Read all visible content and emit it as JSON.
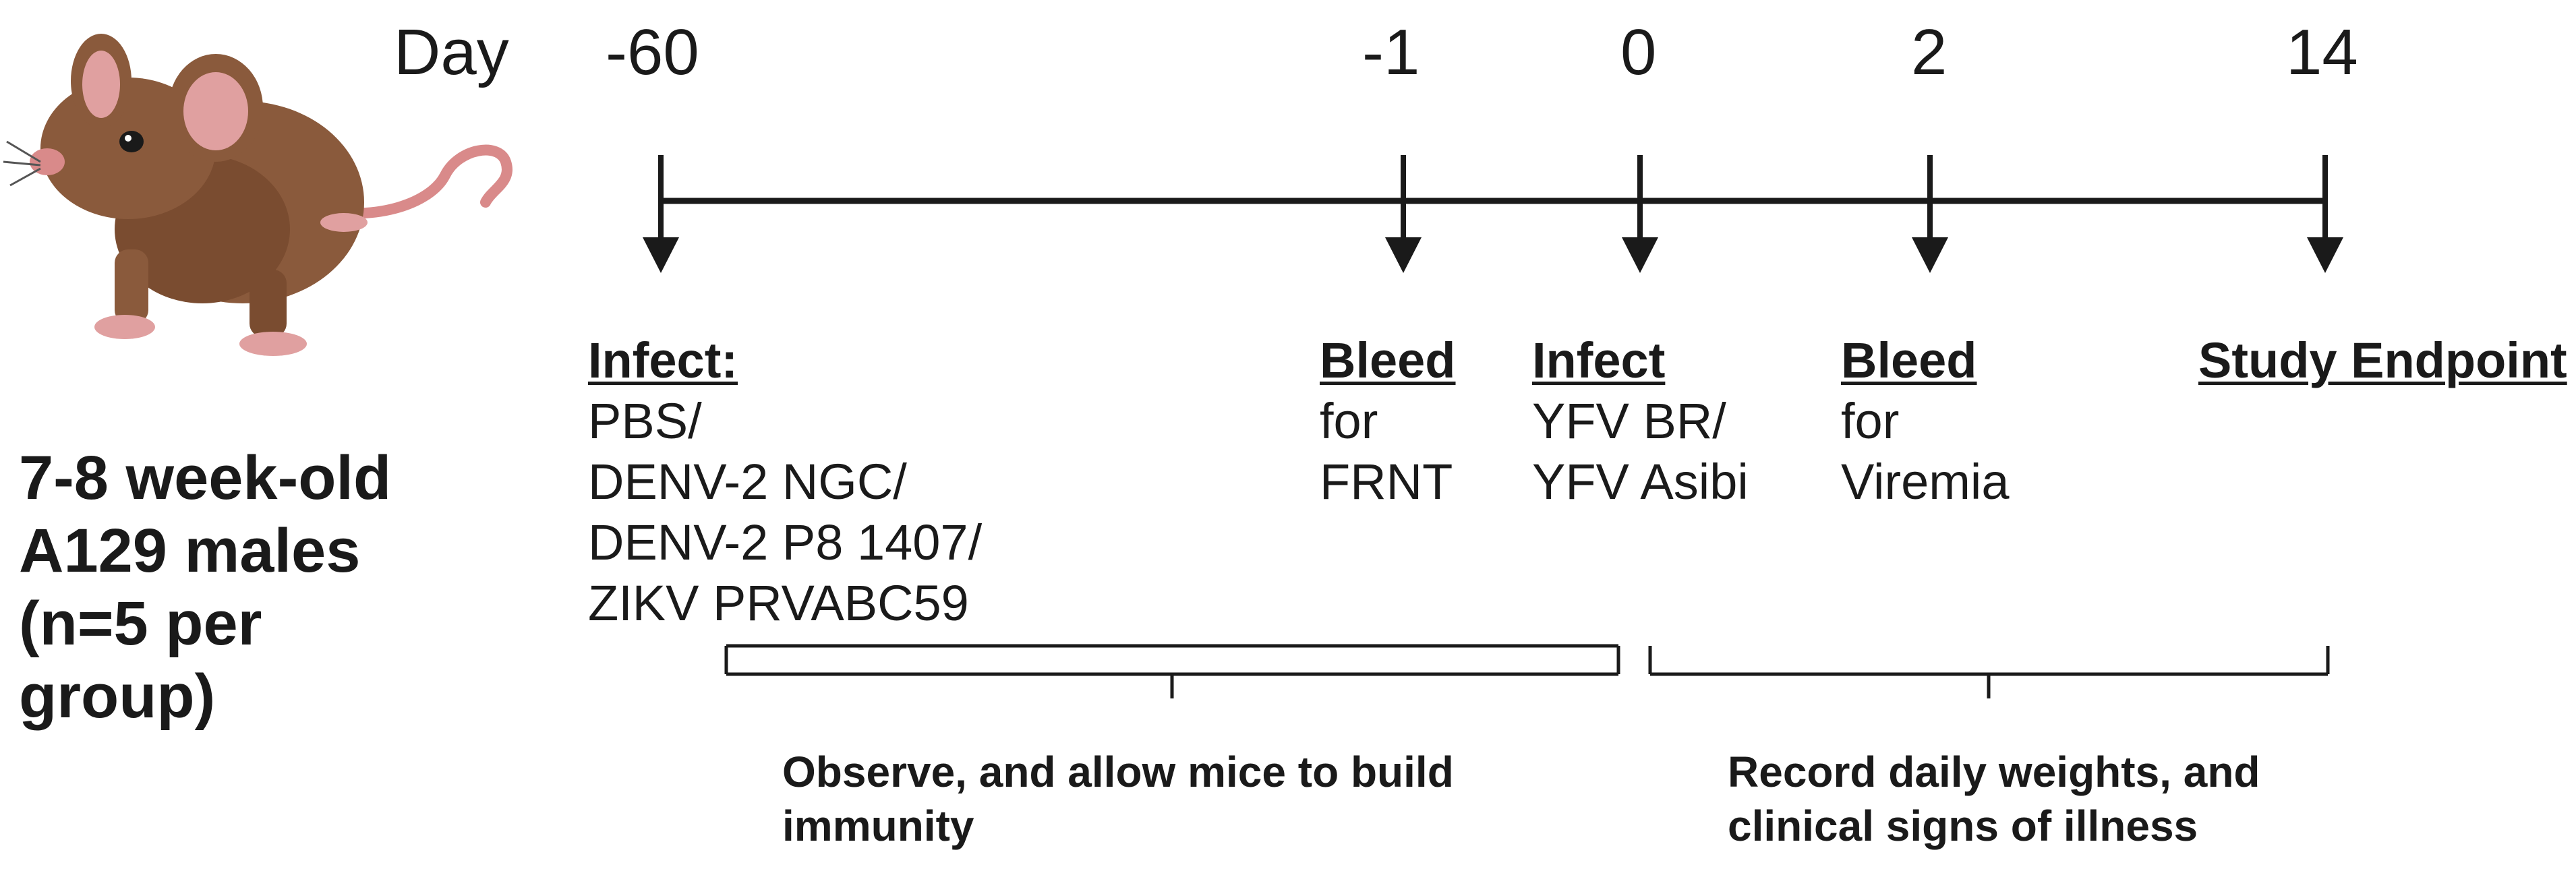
{
  "day_label": "Day",
  "timeline": {
    "days": [
      "-60",
      "-1",
      "0",
      "2",
      "14"
    ]
  },
  "events": [
    {
      "head": "Infect:",
      "lines": [
        "PBS/",
        "DENV-2 NGC/",
        "DENV-2 P8 1407/",
        "ZIKV PRVABC59"
      ]
    },
    {
      "head": "Bleed",
      "lines": [
        "for",
        "FRNT"
      ]
    },
    {
      "head": "Infect",
      "lines": [
        "YFV BR/",
        "YFV Asibi"
      ]
    },
    {
      "head": "Bleed",
      "lines": [
        "for",
        "Viremia"
      ]
    },
    {
      "head": "Study Endpoint",
      "lines": []
    }
  ],
  "group": {
    "lines": [
      "7-8 week-old",
      "A129 males",
      "(n=5 per",
      "group)"
    ]
  },
  "phases": [
    {
      "lines": [
        "Observe, and allow mice to build",
        "immunity"
      ]
    },
    {
      "lines": [
        "Record daily weights, and",
        "clinical signs of illness"
      ]
    }
  ],
  "colors": {
    "line": "#1a1a1a",
    "mouse_body": "#8a5a3c",
    "mouse_ear_inner": "#e0a0a0",
    "mouse_tail": "#d98a8a"
  },
  "icons": {
    "mouse": "mouse-icon"
  }
}
